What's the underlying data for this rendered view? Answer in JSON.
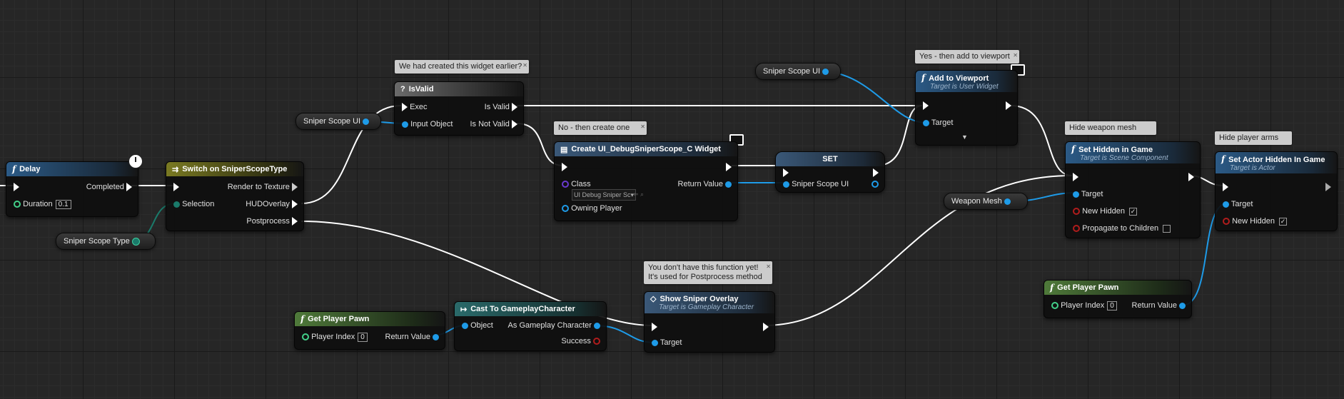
{
  "nodes": {
    "delay": {
      "title": "Delay",
      "out_completed": "Completed",
      "in_duration": "Duration",
      "duration_value": "0.1"
    },
    "switch": {
      "title": "Switch on SniperScopeType",
      "in_selection": "Selection",
      "out_render": "Render to Texture",
      "out_hud": "HUDOverlay",
      "out_post": "Postprocess"
    },
    "isvalid": {
      "title": "IsValid",
      "in_exec": "Exec",
      "in_object": "Input Object",
      "out_valid": "Is Valid",
      "out_notvalid": "Is Not Valid"
    },
    "create_widget": {
      "title": "Create UI_DebugSniperScope_C Widget",
      "in_class": "Class",
      "class_value": "UI Debug Sniper Sc▾",
      "in_owner": "Owning Player",
      "out_return": "Return Value"
    },
    "set": {
      "title": "SET",
      "in_value": "Sniper Scope UI"
    },
    "add_viewport": {
      "title": "Add to Viewport",
      "subtitle": "Target is User Widget",
      "in_target": "Target"
    },
    "set_hidden": {
      "title": "Set Hidden in Game",
      "subtitle": "Target is Scene Component",
      "in_target": "Target",
      "in_newhidden": "New Hidden",
      "in_propagate": "Propagate to Children"
    },
    "set_actor_hidden": {
      "title": "Set Actor Hidden In Game",
      "subtitle": "Target is Actor",
      "in_target": "Target",
      "in_newhidden": "New Hidden"
    },
    "get_pawn_1": {
      "title": "Get Player Pawn",
      "in_index": "Player Index",
      "index_value": "0",
      "out_return": "Return Value"
    },
    "get_pawn_2": {
      "title": "Get Player Pawn",
      "in_index": "Player Index",
      "index_value": "0",
      "out_return": "Return Value"
    },
    "cast": {
      "title": "Cast To GameplayCharacter",
      "in_object": "Object",
      "out_as": "As Gameplay Character",
      "out_success": "Success"
    },
    "show_overlay": {
      "title": "Show Sniper Overlay",
      "subtitle": "Target is Gameplay Character",
      "in_target": "Target"
    }
  },
  "variables": {
    "scope_ui_1": "Sniper Scope UI",
    "scope_ui_2": "Sniper Scope UI",
    "scope_type": "Sniper Scope Type",
    "weapon_mesh": "Weapon Mesh"
  },
  "comments": {
    "widget_earlier": "We had created this widget earlier?",
    "create_one": "No - then create one",
    "add_viewport": "Yes - then add to viewport",
    "hide_weapon": "Hide weapon mesh",
    "hide_arms": "Hide player arms",
    "no_function_1": "You don't have this function yet!",
    "no_function_2": "It's used for Postprocess method"
  },
  "colors": {
    "exec_wire": "#ffffff",
    "object_wire": "#1e9be8",
    "enum_wire": "#1a7a6a"
  }
}
